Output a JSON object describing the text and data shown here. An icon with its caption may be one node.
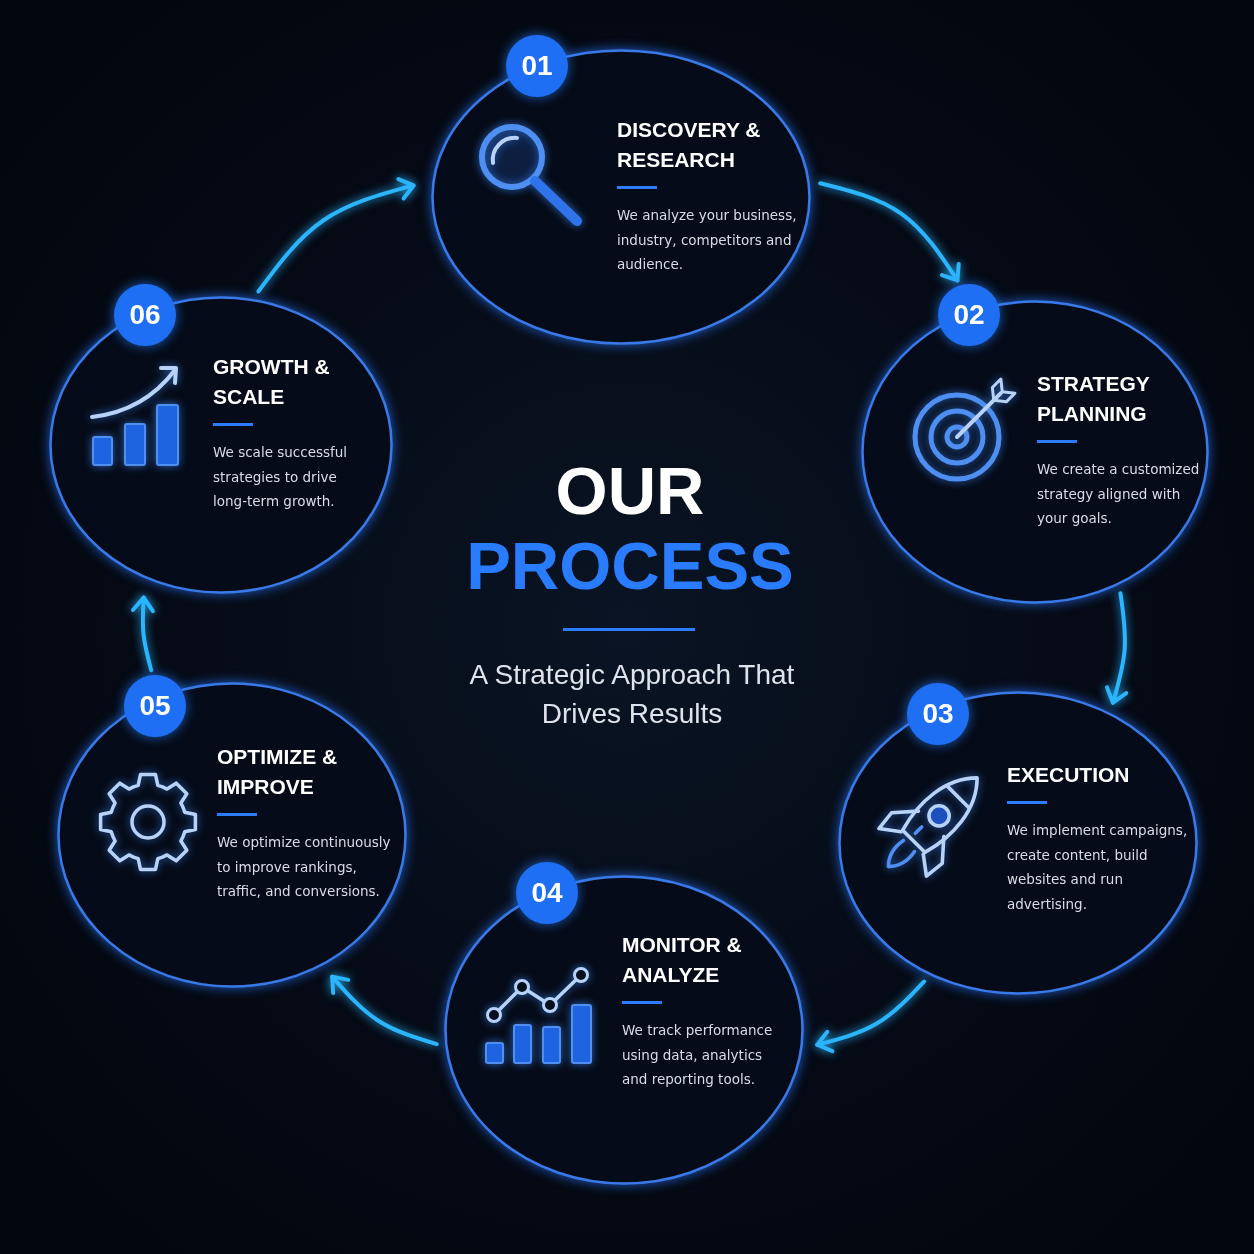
{
  "diagram": {
    "title": "OUR PROCESS",
    "nodes": [
      {
        "text": [
          "01"
        ]
      },
      {
        "text": [
          "DISCOVERY & RESEARCH",
          "We analyze your business, industry, competitors and audience."
        ]
      },
      {
        "text": [
          "02"
        ]
      },
      {
        "text": [
          "STRATEGY PLANNING",
          "We create a customized strategy aligned with your goals."
        ]
      },
      {
        "text": [
          "03"
        ]
      },
      {
        "text": [
          "EXECUTION",
          "We implement campaigns, create content, build websites and run advertising."
        ]
      },
      {
        "text": [
          "04"
        ]
      },
      {
        "text": [
          "MONITOR & ANALYZE",
          "We track performance using data, analytics and reporting tools."
        ]
      },
      {
        "text": [
          "05"
        ]
      },
      {
        "text": [
          "OPTIMIZE & IMPROVE",
          "We optimize continuously to improve rankings, traffic, and conversions."
        ]
      },
      {
        "text": [
          "06"
        ]
      },
      {
        "text": [
          "GROWTH & SCALE",
          "We scale successful strategies to drive long-term growth."
        ]
      }
    ],
    "edges": [
      {
        "from": 1,
        "to": 3,
        "arrow": "to"
      },
      {
        "from": 3,
        "to": 5,
        "arrow": "to"
      },
      {
        "from": 5,
        "to": 7,
        "arrow": "to"
      },
      {
        "from": 7,
        "to": 9,
        "arrow": "to"
      },
      {
        "from": 8,
        "to": 11,
        "arrow": "to"
      },
      {
        "from": 11,
        "to": 1,
        "arrow": "to"
      }
    ],
    "labels": [
      "A Strategic Approach That Drives Results"
    ]
  }
}
